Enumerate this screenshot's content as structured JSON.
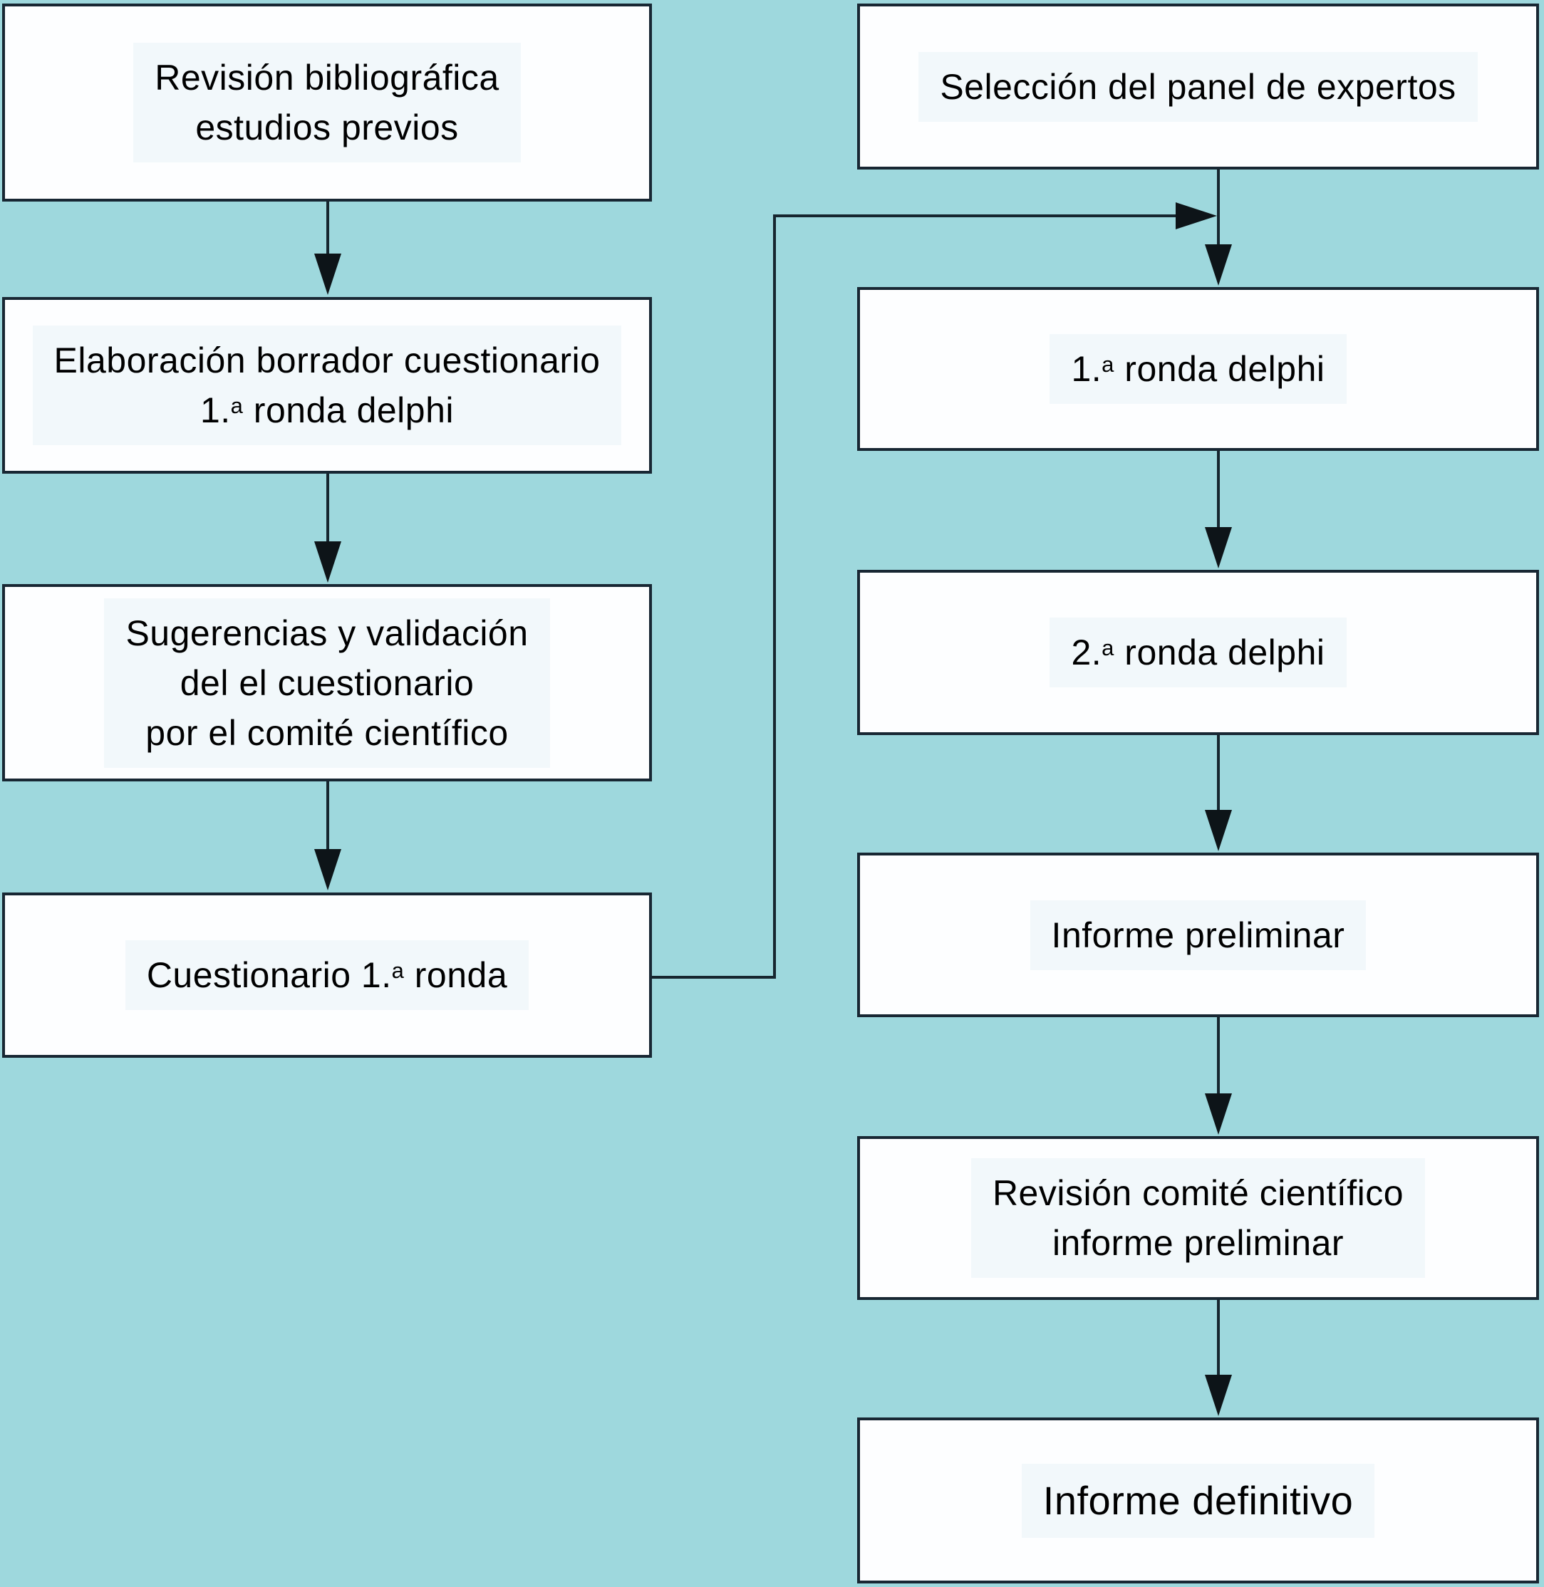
{
  "figure": {
    "type": "flowchart",
    "language": "es",
    "background_color": "#9ed8dd",
    "box_fill": "#fdfeff",
    "box_border_color": "#182733",
    "connector_color": "#16262f",
    "arrowhead_color": "#0d1418",
    "text_color": "#000000"
  },
  "left_column": {
    "boxes": [
      {
        "name": "revision-bibliografica-estudios-previos",
        "lines": [
          "Revisión bibliográfica",
          "estudios previos"
        ]
      },
      {
        "name": "elaboracion-borrador-cuestionario",
        "line1": "Elaboración borrador cuestionario",
        "line2": {
          "prefix": "1.",
          "sup": "a",
          "rest": " ronda delphi"
        }
      },
      {
        "name": "sugerencias-y-validacion",
        "lines": [
          "Sugerencias y validación",
          "del el cuestionario",
          "por el comité científico"
        ]
      },
      {
        "name": "cuestionario-1a-ronda",
        "label": {
          "prefix": "Cuestionario 1.",
          "sup": "a",
          "rest": " ronda"
        }
      }
    ]
  },
  "right_column": {
    "boxes": [
      {
        "name": "seleccion-panel-expertos",
        "label": "Selección del panel de expertos"
      },
      {
        "name": "primera-ronda-delphi",
        "label": {
          "prefix": "1.",
          "sup": "a",
          "rest": " ronda delphi"
        }
      },
      {
        "name": "segunda-ronda-delphi",
        "label": {
          "prefix": "2.",
          "sup": "a",
          "rest": " ronda delphi"
        }
      },
      {
        "name": "informe-preliminar",
        "label": "Informe preliminar"
      },
      {
        "name": "revision-comite-cientifico-informe-preliminar",
        "lines": [
          "Revisión comité científico",
          "informe preliminar"
        ]
      },
      {
        "name": "informe-definitivo",
        "label": "Informe definitivo"
      }
    ]
  }
}
